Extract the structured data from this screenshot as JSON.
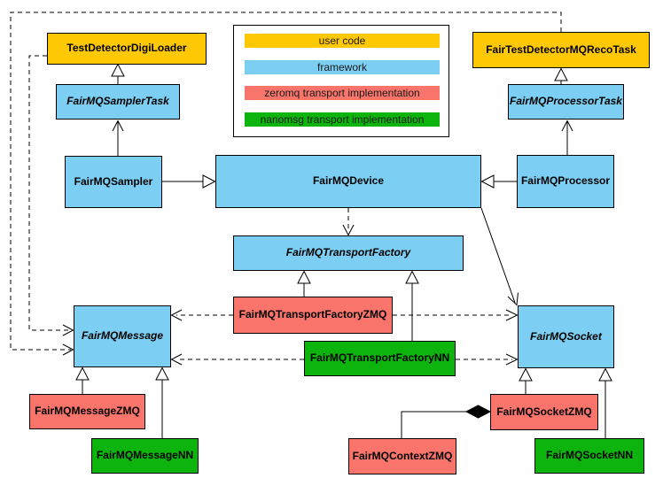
{
  "legend": {
    "items": [
      {
        "label": "user code",
        "color": "#ffc805"
      },
      {
        "label": "framework",
        "color": "#7ccff2"
      },
      {
        "label": "zeromq transport implementation",
        "color": "#f9746b"
      },
      {
        "label": "nanomsg transport implementation",
        "color": "#0db40d"
      }
    ]
  },
  "nodes": {
    "testDetectorDigiLoader": {
      "label": "TestDetectorDigiLoader",
      "category": "user code"
    },
    "fairTestDetectorMQRecoTask": {
      "label": "FairTestDetectorMQRecoTask",
      "category": "user code"
    },
    "fairMQSamplerTask": {
      "label": "FairMQSamplerTask",
      "category": "framework",
      "abstract": true
    },
    "fairMQProcessorTask": {
      "label": "FairMQProcessorTask",
      "category": "framework",
      "abstract": true
    },
    "fairMQSampler": {
      "label": "FairMQSampler",
      "category": "framework"
    },
    "fairMQDevice": {
      "label": "FairMQDevice",
      "category": "framework"
    },
    "fairMQProcessor": {
      "label": "FairMQProcessor",
      "category": "framework"
    },
    "fairMQTransportFactory": {
      "label": "FairMQTransportFactory",
      "category": "framework",
      "abstract": true
    },
    "fairMQTransportFactoryZMQ": {
      "label": "FairMQTransportFactoryZMQ",
      "category": "zeromq transport implementation"
    },
    "fairMQTransportFactoryNN": {
      "label": "FairMQTransportFactoryNN",
      "category": "nanomsg transport implementation"
    },
    "fairMQMessage": {
      "label": "FairMQMessage",
      "category": "framework",
      "abstract": true
    },
    "fairMQSocket": {
      "label": "FairMQSocket",
      "category": "framework",
      "abstract": true
    },
    "fairMQMessageZMQ": {
      "label": "FairMQMessageZMQ",
      "category": "zeromq transport implementation"
    },
    "fairMQMessageNN": {
      "label": "FairMQMessageNN",
      "category": "nanomsg transport implementation"
    },
    "fairMQSocketZMQ": {
      "label": "FairMQSocketZMQ",
      "category": "zeromq transport implementation"
    },
    "fairMQContextZMQ": {
      "label": "FairMQContextZMQ",
      "category": "zeromq transport implementation"
    },
    "fairMQSocketNN": {
      "label": "FairMQSocketNN",
      "category": "nanomsg transport implementation"
    }
  },
  "edges": [
    {
      "from": "FairMQSamplerTask",
      "to": "TestDetectorDigiLoader",
      "marker": "hollow-triangle",
      "line": "solid"
    },
    {
      "from": "FairMQSampler",
      "to": "FairMQSamplerTask",
      "marker": "open-arrow",
      "line": "solid"
    },
    {
      "from": "FairMQProcessorTask",
      "to": "FairTestDetectorMQRecoTask",
      "marker": "hollow-triangle",
      "line": "solid"
    },
    {
      "from": "FairMQProcessor",
      "to": "FairMQProcessorTask",
      "marker": "open-arrow",
      "line": "solid"
    },
    {
      "from": "FairMQSampler",
      "to": "FairMQDevice",
      "marker": "hollow-triangle",
      "line": "solid"
    },
    {
      "from": "FairMQProcessor",
      "to": "FairMQDevice",
      "marker": "hollow-triangle",
      "line": "solid"
    },
    {
      "from": "FairMQDevice",
      "to": "FairMQTransportFactory",
      "marker": "open-arrow",
      "line": "dashed"
    },
    {
      "from": "FairMQDevice",
      "to": "FairMQSocket",
      "marker": "open-arrow",
      "line": "solid"
    },
    {
      "from": "FairMQTransportFactoryZMQ",
      "to": "FairMQTransportFactory",
      "marker": "hollow-triangle",
      "line": "solid"
    },
    {
      "from": "FairMQTransportFactoryNN",
      "to": "FairMQTransportFactory",
      "marker": "hollow-triangle",
      "line": "solid"
    },
    {
      "from": "FairMQTransportFactoryZMQ",
      "to": "FairMQMessage",
      "marker": "open-arrow",
      "line": "dashed"
    },
    {
      "from": "FairMQTransportFactoryZMQ",
      "to": "FairMQSocket",
      "marker": "open-arrow",
      "line": "dashed"
    },
    {
      "from": "FairMQTransportFactoryNN",
      "to": "FairMQMessage",
      "marker": "open-arrow",
      "line": "dashed"
    },
    {
      "from": "FairMQTransportFactoryNN",
      "to": "FairMQSocket",
      "marker": "open-arrow",
      "line": "dashed"
    },
    {
      "from": "TestDetectorDigiLoader",
      "to": "FairMQMessage",
      "marker": "open-arrow",
      "line": "dashed"
    },
    {
      "from": "FairTestDetectorMQRecoTask",
      "to": "FairMQMessage",
      "marker": "open-arrow",
      "line": "dashed"
    },
    {
      "from": "FairMQMessageZMQ",
      "to": "FairMQMessage",
      "marker": "hollow-triangle",
      "line": "solid"
    },
    {
      "from": "FairMQMessageNN",
      "to": "FairMQMessage",
      "marker": "hollow-triangle",
      "line": "solid"
    },
    {
      "from": "FairMQSocketZMQ",
      "to": "FairMQSocket",
      "marker": "hollow-triangle",
      "line": "solid"
    },
    {
      "from": "FairMQSocketNN",
      "to": "FairMQSocket",
      "marker": "hollow-triangle",
      "line": "solid"
    },
    {
      "from": "FairMQContextZMQ",
      "to": "FairMQSocketZMQ",
      "marker": "filled-diamond",
      "line": "solid"
    }
  ],
  "colors": {
    "user_code": "#ffc805",
    "framework": "#7ccff2",
    "zeromq": "#f9746b",
    "nanomsg": "#0db40d",
    "line": "#000000",
    "background": "#ffffff"
  }
}
